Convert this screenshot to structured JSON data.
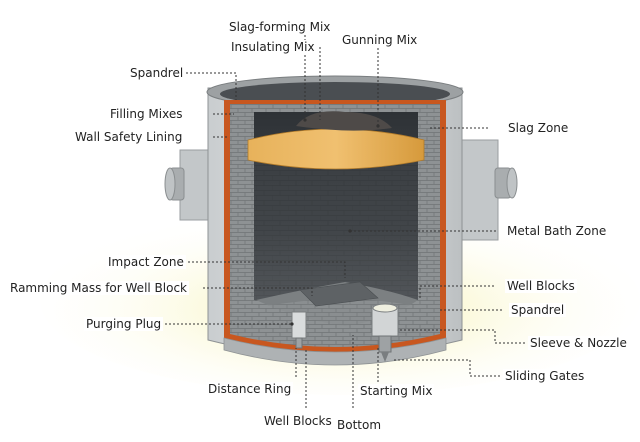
{
  "labels": {
    "slag_forming_mix": "Slag-forming Mix",
    "insulating_mix": "Insulating Mix",
    "gunning_mix": "Gunning Mix",
    "spandrel_top": "Spandrel",
    "filling_mixes": "Filling Mixes",
    "wall_safety_lining": "Wall Safety Lining",
    "slag_zone": "Slag Zone",
    "metal_bath_zone": "Metal Bath Zone",
    "impact_zone": "Impact Zone",
    "ramming_mass": "Ramming Mass for Well Block",
    "purging_plug": "Purging Plug",
    "well_blocks_right": "Well Blocks",
    "spandrel_right": "Spandrel",
    "sleeve_nozzle": "Sleeve & Nozzle",
    "sliding_gates": "Sliding Gates",
    "distance_ring": "Distance Ring",
    "starting_mix": "Starting Mix",
    "well_blocks_bottom": "Well Blocks",
    "bottom": "Bottom"
  },
  "colors": {
    "outer_shell": "#d9dcdc",
    "shell_shadow": "#b9bdbf",
    "safety_lining": "#c8571f",
    "working_lining": "#8f9394",
    "interior": "#3c4044",
    "slag_layer": "#e0a24a",
    "floor_glow": "#f3ee9c"
  },
  "icons": {
    "trunnion": "trunnion-icon",
    "purging_plug": "purging-plug-icon",
    "nozzle": "nozzle-icon"
  }
}
